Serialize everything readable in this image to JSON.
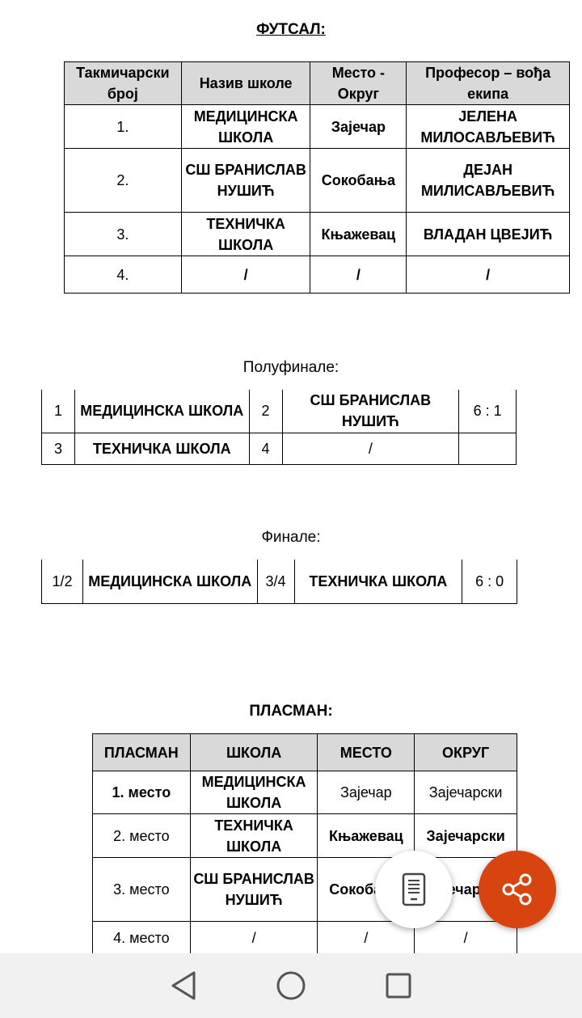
{
  "headings": {
    "futsal": "ФУТСАЛ:",
    "semifinal": "Полуфинале:",
    "final": "Финале:",
    "placement": "ПЛАСМАН:"
  },
  "teams_table": {
    "headers": [
      "Такмичарски број",
      "Назив школе",
      "Место - Округ",
      "Професор – вођа екипа"
    ],
    "rows": [
      [
        "1.",
        "МЕДИЦИНСКА ШКОЛА",
        "Зајечар",
        "ЈЕЛЕНА МИЛОСАВЉЕВИЋ"
      ],
      [
        "2.",
        "СШ БРАНИСЛАВ НУШИЋ",
        "Сокобања",
        "ДЕЈАН МИЛИСАВЉЕВИЋ"
      ],
      [
        "3.",
        "ТЕХНИЧКА ШКОЛА",
        "Књажевац",
        "ВЛАДАН ЦВЕЈИЋ"
      ],
      [
        "4.",
        "/",
        "/",
        "/"
      ]
    ]
  },
  "semifinal_table": {
    "rows": [
      [
        "1",
        "МЕДИЦИНСКА ШКОЛА",
        "2",
        "СШ  БРАНИСЛАВ НУШИЋ",
        "6 : 1"
      ],
      [
        "3",
        "ТЕХНИЧКА ШКОЛА",
        "4",
        "/",
        ""
      ]
    ]
  },
  "final_table": {
    "rows": [
      [
        "1/2",
        "МЕДИЦИНСКА ШКОЛА",
        "3/4",
        "ТЕХНИЧКА ШКОЛА",
        "6 : 0"
      ]
    ]
  },
  "placement_table": {
    "headers": [
      "ПЛАСМАН",
      "ШКОЛА",
      "МЕСТО",
      "ОКРУГ"
    ],
    "rows": [
      [
        "1. место",
        "МЕДИЦИНСКА ШКОЛА",
        "Зајечар",
        "Зајечарски"
      ],
      [
        "2. место",
        "ТЕХНИЧКА ШКОЛА",
        "Књажевац",
        "Зајечарски"
      ],
      [
        "3. место",
        "СШ БРАНИСЛАВ НУШИЋ",
        "Сокобања",
        "Зајечарски"
      ],
      [
        "4. место",
        "/",
        "/",
        "/"
      ]
    ]
  },
  "fab": {
    "doc_icon": "document-view-icon",
    "share_icon": "share-icon",
    "share_color": "#d7440f"
  },
  "navbar": {
    "back_icon": "back-triangle-icon",
    "home_icon": "home-circle-icon",
    "recents_icon": "recents-square-icon"
  }
}
